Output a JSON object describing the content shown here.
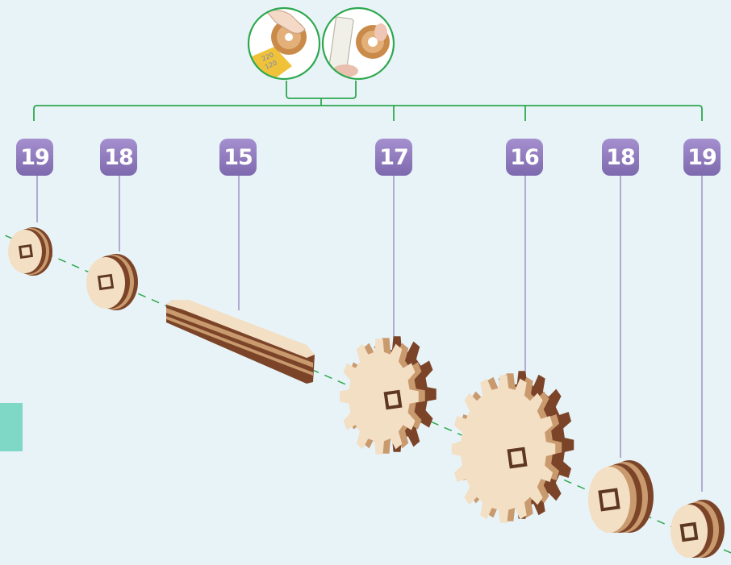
{
  "colors": {
    "background": "#e8f3f8",
    "connector_green": "#2ea84f",
    "leader_line": "#8a7ab0",
    "badge_top": "#a58fcf",
    "badge_bottom": "#7d69ad",
    "axis_dash": "#2ea84f",
    "wood_face": "#f3dfc4",
    "wood_ply_dark": "#7b4428",
    "wood_ply_light": "#c99a6e",
    "side_tab": "#7fd8c6"
  },
  "badges": [
    "19",
    "18",
    "15",
    "17",
    "16",
    "18",
    "19"
  ],
  "tools_illustration": [
    "gear-sanding-icon",
    "axle-lubrication-icon"
  ],
  "sandpaper_grits": [
    "220",
    "120"
  ]
}
